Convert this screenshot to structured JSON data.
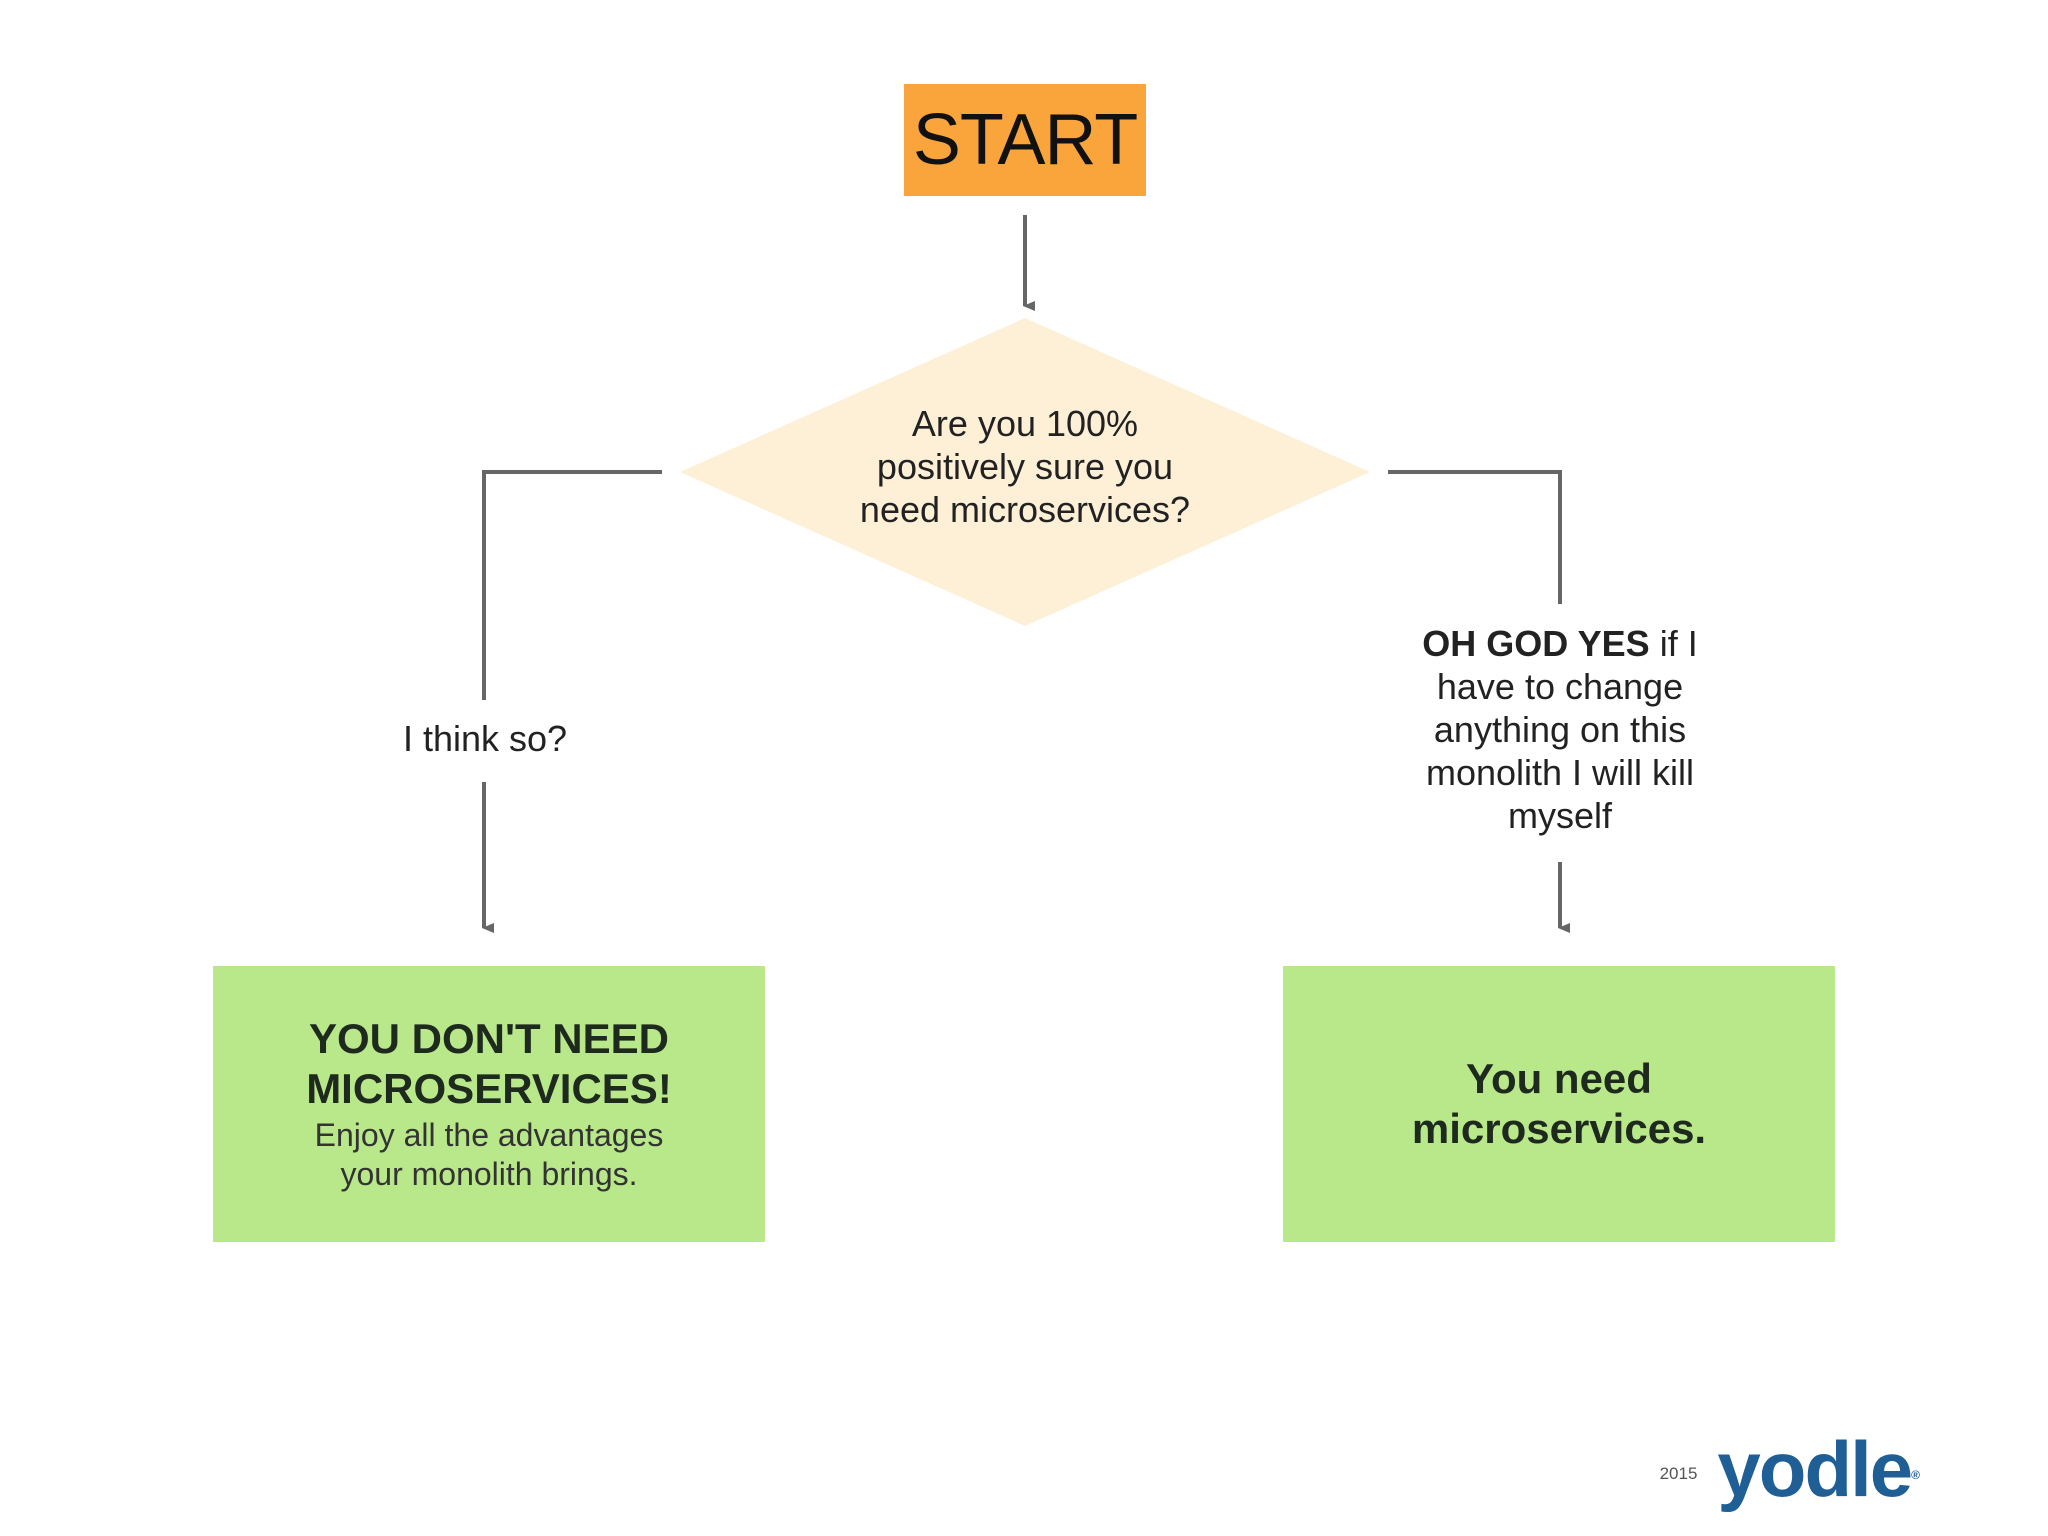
{
  "start": {
    "label": "START",
    "color": "#f9a53c"
  },
  "decision": {
    "question_lines": [
      "Are you 100%",
      "positively sure you",
      "need microservices?"
    ],
    "color": "#fdf0d6"
  },
  "branches": {
    "left_label": "I think so?",
    "right_label_bold": "OH GOD YES",
    "right_label_rest_lines": [
      " if I",
      "have to change",
      "anything on this",
      "monolith I will kill",
      "myself"
    ]
  },
  "results": {
    "left": {
      "headline_lines": [
        "YOU DON'T NEED",
        "MICROSERVICES!"
      ],
      "sub_lines": [
        "Enjoy all the advantages",
        "your monolith brings."
      ]
    },
    "right": {
      "headline_lines": [
        "You need",
        "microservices."
      ]
    },
    "color": "#b9e88a"
  },
  "footer": {
    "year": "2015",
    "logo": "yodle",
    "logo_mark": "®",
    "logo_color": "#1f5f96"
  },
  "connector_color": "#666666"
}
